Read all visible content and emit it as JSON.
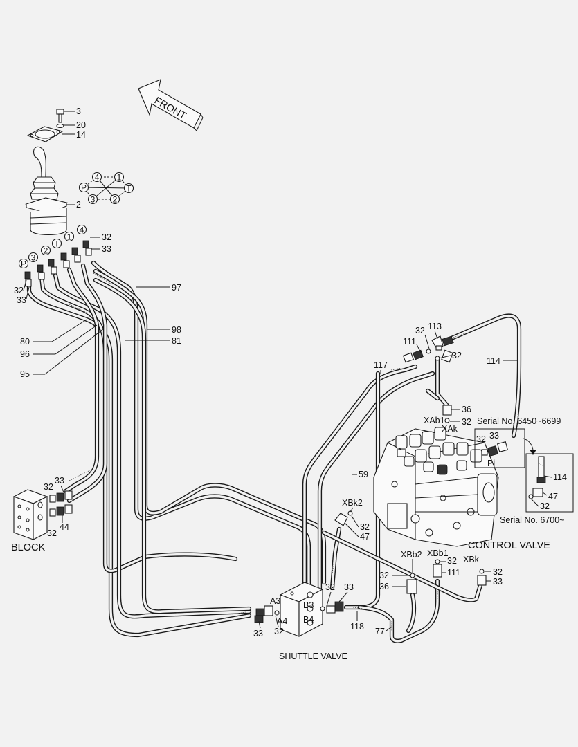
{
  "labels": {
    "front": "FRONT",
    "p3": "3",
    "p20": "20",
    "p14": "14",
    "p2": "2",
    "port_p": "P",
    "port_3": "3",
    "port_2": "2",
    "port_t": "T",
    "port_1": "1",
    "port_4": "4",
    "s32_a": "32",
    "s33_a": "33",
    "s32_b": "32",
    "s33_b": "33",
    "p97": "97",
    "p98": "98",
    "p81": "81",
    "p80": "80",
    "p96": "96",
    "p95": "95",
    "block_32a": "32",
    "block_33": "33",
    "block_32b": "32",
    "block_44": "44",
    "block": "BLOCK",
    "cv_32a": "32",
    "cv_113": "113",
    "cv_111": "111",
    "cv_32b": "32",
    "cv_117": "117",
    "cv_114": "114",
    "cv_36": "36",
    "cv_xab1": "XAb1",
    "cv_32c": "32",
    "cv_xak": "XAk",
    "serial_a": "Serial No. 6450~6699",
    "cv_32d": "32",
    "cv_33": "33",
    "cv_pi": "Pi",
    "ins_114": "114",
    "ins_47": "47",
    "ins_32": "32",
    "serial_b": "Serial No. 6700~",
    "cv_59": "59",
    "xbk2": "XBk2",
    "cv_32e": "32",
    "cv_47": "47",
    "control_valve": "CONTROL VALVE",
    "xbb2": "XBb2",
    "xbb1": "XBb1",
    "cv_32f": "32",
    "xbk": "XBk",
    "cv_111b": "111",
    "cv_32g": "32",
    "cv_33b": "33",
    "cv_32h": "32",
    "cv_36b": "36",
    "sv_32a": "32",
    "sv_33a": "33",
    "sv_a3": "A3",
    "sv_b3": "B3",
    "sv_b4": "B4",
    "sv_a4": "A4",
    "sv_33b": "33",
    "sv_32b": "32",
    "sv_118": "118",
    "sv_77": "77",
    "shuttle_valve": "SHUTTLE VALVE"
  }
}
